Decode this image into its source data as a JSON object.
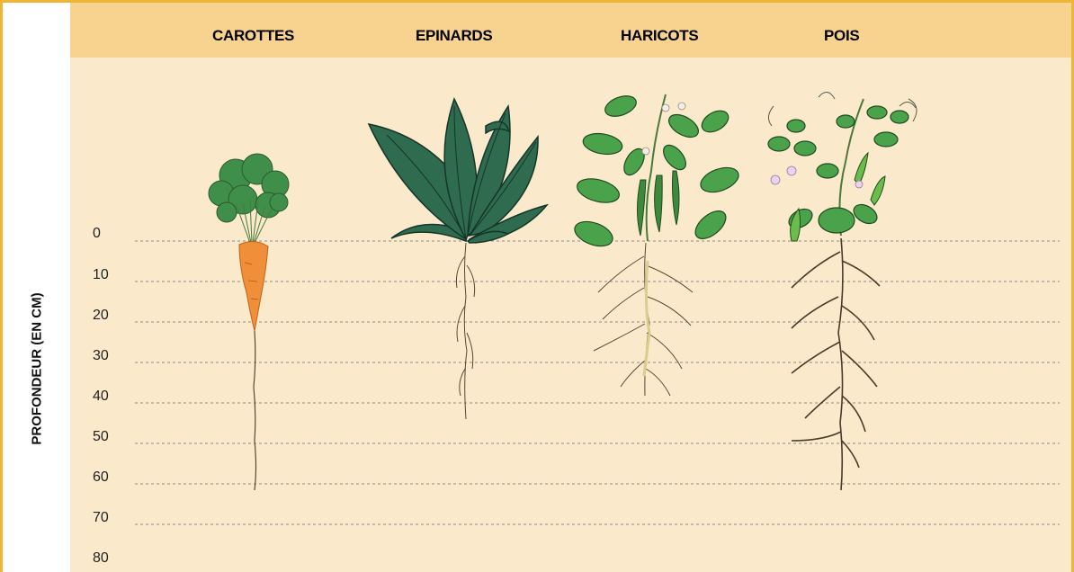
{
  "columns": [
    "CAROTTES",
    "EPINARDS",
    "HARICOTS",
    "POIS"
  ],
  "y_axis": {
    "title": "PROFONDEUR (EN CM)",
    "ticks": [
      "0",
      "10",
      "20",
      "30",
      "40",
      "50",
      "60",
      "70",
      "80"
    ]
  },
  "plants": [
    {
      "name": "CAROTTES",
      "root_depth_cm": 61
    },
    {
      "name": "EPINARDS",
      "root_depth_cm": 45
    },
    {
      "name": "HARICOTS",
      "root_depth_cm": 40
    },
    {
      "name": "POIS",
      "root_depth_cm": 62
    }
  ],
  "colors": {
    "border": "#f0b534",
    "header": "#f7d38f",
    "background": "#fbe9cb",
    "leaf_dark": "#2f6b4f",
    "leaf_green": "#4aa24a",
    "carrot": "#ef8f3a",
    "root": "#5a4634"
  }
}
